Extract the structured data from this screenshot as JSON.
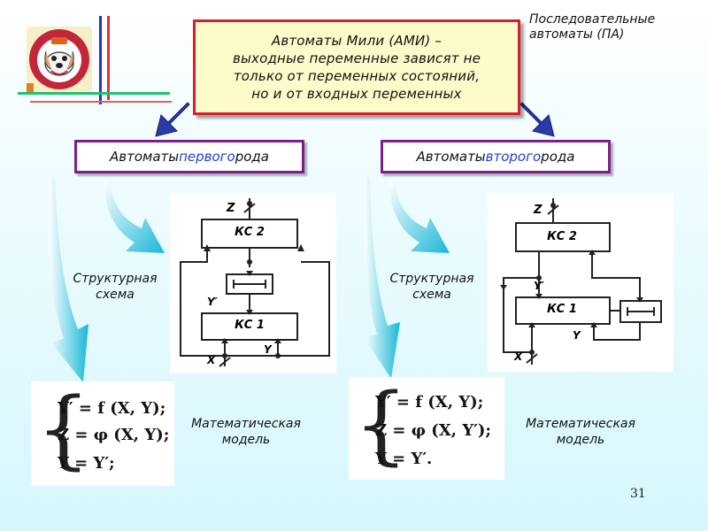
{
  "slide": {
    "title_text": "Автоматы Мили (АМИ) –\nвыходные переменные зависят не\nтолько от переменных состояний,\nно и от входных переменных",
    "corner_label": "Последовательные\nавтоматы (ПА)",
    "page_number": "31"
  },
  "kinds": [
    {
      "prefix": "Автоматы ",
      "highlight": "первого",
      "suffix": " рода"
    },
    {
      "prefix": "Автоматы ",
      "highlight": "второго",
      "suffix": " рода"
    }
  ],
  "labels": {
    "structural": "Структурная\nсхема",
    "math_model": "Математическая\nмодель"
  },
  "scheme1": {
    "out": "Z",
    "block_top": "КС 2",
    "block_bottom": "КС 1",
    "y_prime": "Y′",
    "in_x": "X",
    "in_y": "Y"
  },
  "scheme2": {
    "out": "Z",
    "block_top": "КС 2",
    "block_bottom": "КС 1",
    "y_prime": "Y′",
    "in_x": "X",
    "in_y": "Y"
  },
  "math1": [
    "Y′ = f (X, Y);",
    "Z = φ (X, Y);",
    "Y = Y′;"
  ],
  "math2": [
    "Y′ = f (X, Y);",
    "Z = φ (X, Y′);",
    "Y = Y′."
  ],
  "colors": {
    "title_border": "#d81e2e",
    "title_fill": "#fdfbc9",
    "kind_border": "#7d1f8a",
    "highlight": "#2040d8",
    "arrow_cyan": "#19b8d8",
    "arrow_blue": "#2a3aa8"
  }
}
